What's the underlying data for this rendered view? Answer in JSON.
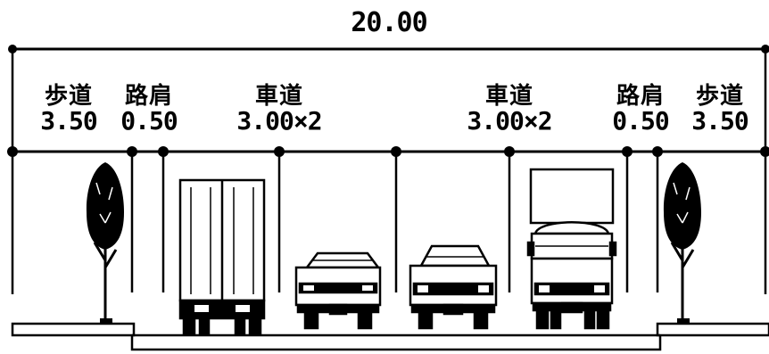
{
  "total_width": "20.00",
  "sections": [
    {
      "name": "歩道",
      "width": "3.50"
    },
    {
      "name": "路肩",
      "width": "0.50"
    },
    {
      "name": "車道",
      "width": "3.00×2"
    },
    {
      "name": "車道",
      "width": "3.00×2"
    },
    {
      "name": "路肩",
      "width": "0.50"
    },
    {
      "name": "歩道",
      "width": "3.50"
    }
  ],
  "icons": [
    "tree-icon",
    "truck-icon",
    "car-icon",
    "car-icon",
    "truck-icon",
    "tree-icon"
  ]
}
